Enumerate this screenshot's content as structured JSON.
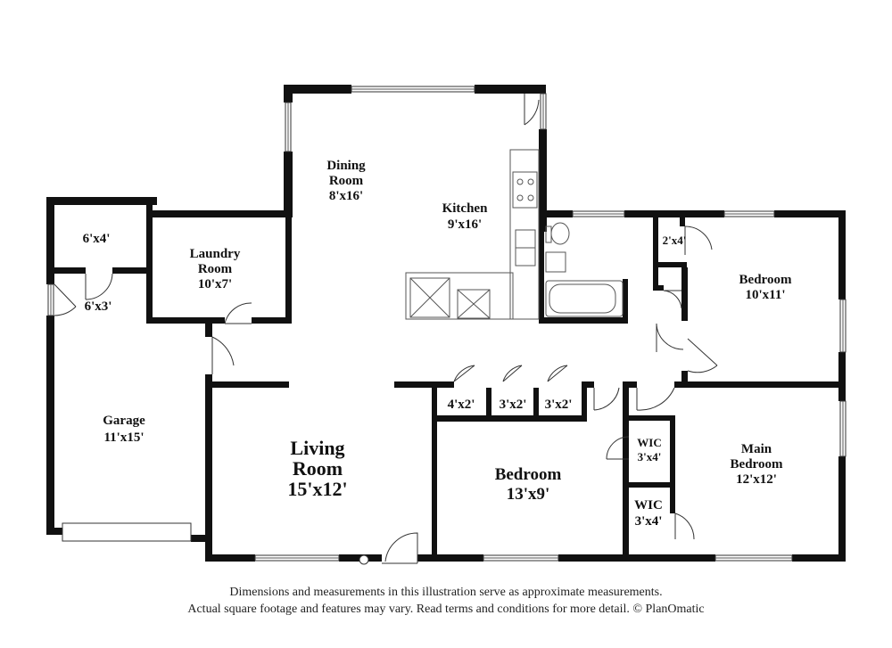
{
  "rooms": {
    "dining": {
      "name1": "Dining",
      "name2": "Room",
      "size": "8'x16'"
    },
    "kitchen": {
      "name": "Kitchen",
      "size": "9'x16'"
    },
    "laundry": {
      "name1": "Laundry",
      "name2": "Room",
      "size": "10'x7'"
    },
    "closet_6x4": {
      "size": "6'x4'"
    },
    "closet_6x3": {
      "size": "6'x3'"
    },
    "closet_2x4": {
      "size": "2'x4'"
    },
    "bedroom_ne": {
      "name": "Bedroom",
      "size": "10'x11'"
    },
    "garage": {
      "name": "Garage",
      "size": "11'x15'"
    },
    "living": {
      "name1": "Living",
      "name2": "Room",
      "size": "15'x12'"
    },
    "closet_4x2": {
      "size": "4'x2'"
    },
    "closet_3x2a": {
      "size": "3'x2'"
    },
    "closet_3x2b": {
      "size": "3'x2'"
    },
    "bedroom_mid": {
      "name": "Bedroom",
      "size": "13'x9'"
    },
    "wic1": {
      "name": "WIC",
      "size": "3'x4'"
    },
    "wic2": {
      "name": "WIC",
      "size": "3'x4'"
    },
    "main_bedroom": {
      "name1": "Main",
      "name2": "Bedroom",
      "size": "12'x12'"
    }
  },
  "footer": {
    "line1": "Dimensions and measurements in this illustration serve as approximate measurements.",
    "line2": "Actual square footage and features may vary. Read terms and conditions for more detail. © PlanOmatic"
  },
  "colors": {
    "wall": "#111111",
    "background": "#ffffff"
  }
}
